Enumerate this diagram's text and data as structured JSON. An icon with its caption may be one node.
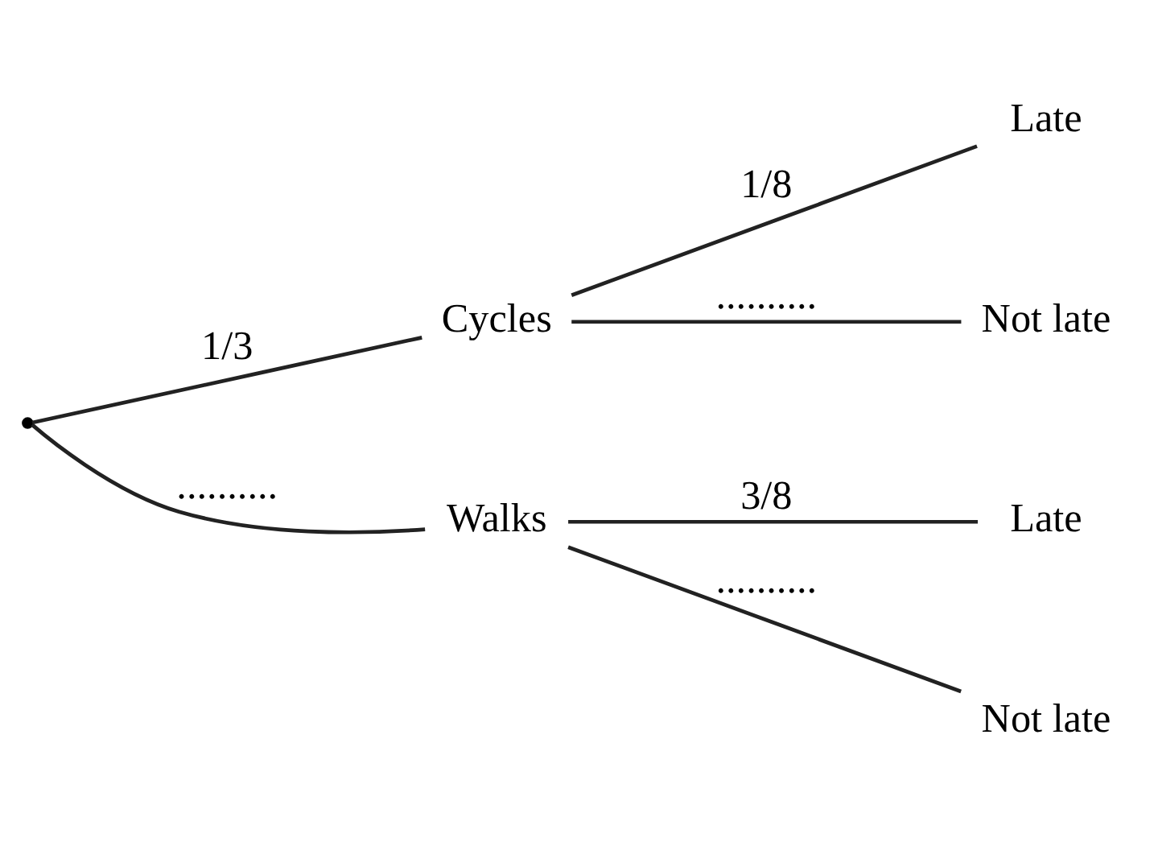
{
  "diagram": {
    "nodes": [
      {
        "text": [],
        "shape": "point"
      },
      {
        "text": [
          "Cycles"
        ]
      },
      {
        "text": [
          "Walks"
        ]
      },
      {
        "text": [
          "Late"
        ]
      },
      {
        "text": [
          "Not late"
        ]
      },
      {
        "text": [
          "Late"
        ]
      },
      {
        "text": [
          "Not late"
        ]
      }
    ],
    "edges": [
      {
        "from": 0,
        "to": 1,
        "arrow": "none",
        "label": "1/3"
      },
      {
        "from": 0,
        "to": 2,
        "arrow": "none",
        "label": ".........."
      },
      {
        "from": 1,
        "to": 3,
        "arrow": "none",
        "label": "1/8"
      },
      {
        "from": 1,
        "to": 4,
        "arrow": "none",
        "label": ".........."
      },
      {
        "from": 2,
        "to": 5,
        "arrow": "none",
        "label": "3/8"
      },
      {
        "from": 2,
        "to": 6,
        "arrow": "none",
        "label": ".........."
      }
    ]
  }
}
